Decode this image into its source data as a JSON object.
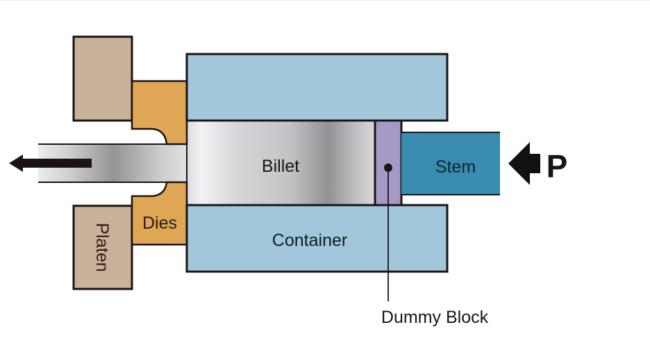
{
  "diagram": {
    "title": "Direct extrusion process",
    "labels": {
      "billet": "Billet",
      "stem": "Stem",
      "container": "Container",
      "dies": "Dies",
      "platen": "Platen",
      "dummy_block": "Dummy Block",
      "pressure": "P"
    },
    "colors": {
      "platen": "#c9b299",
      "dies": "#dfa755",
      "container": "#a2c6da",
      "dummy_block": "#a799c7",
      "stem": "#3a8cae",
      "outline": "#1a1214",
      "billet_light": "#f1f2f3",
      "billet_dark": "#909293",
      "arrow": "#1a1214"
    },
    "arrows": {
      "pressure_direction": "left",
      "extrusion_direction": "left"
    }
  }
}
